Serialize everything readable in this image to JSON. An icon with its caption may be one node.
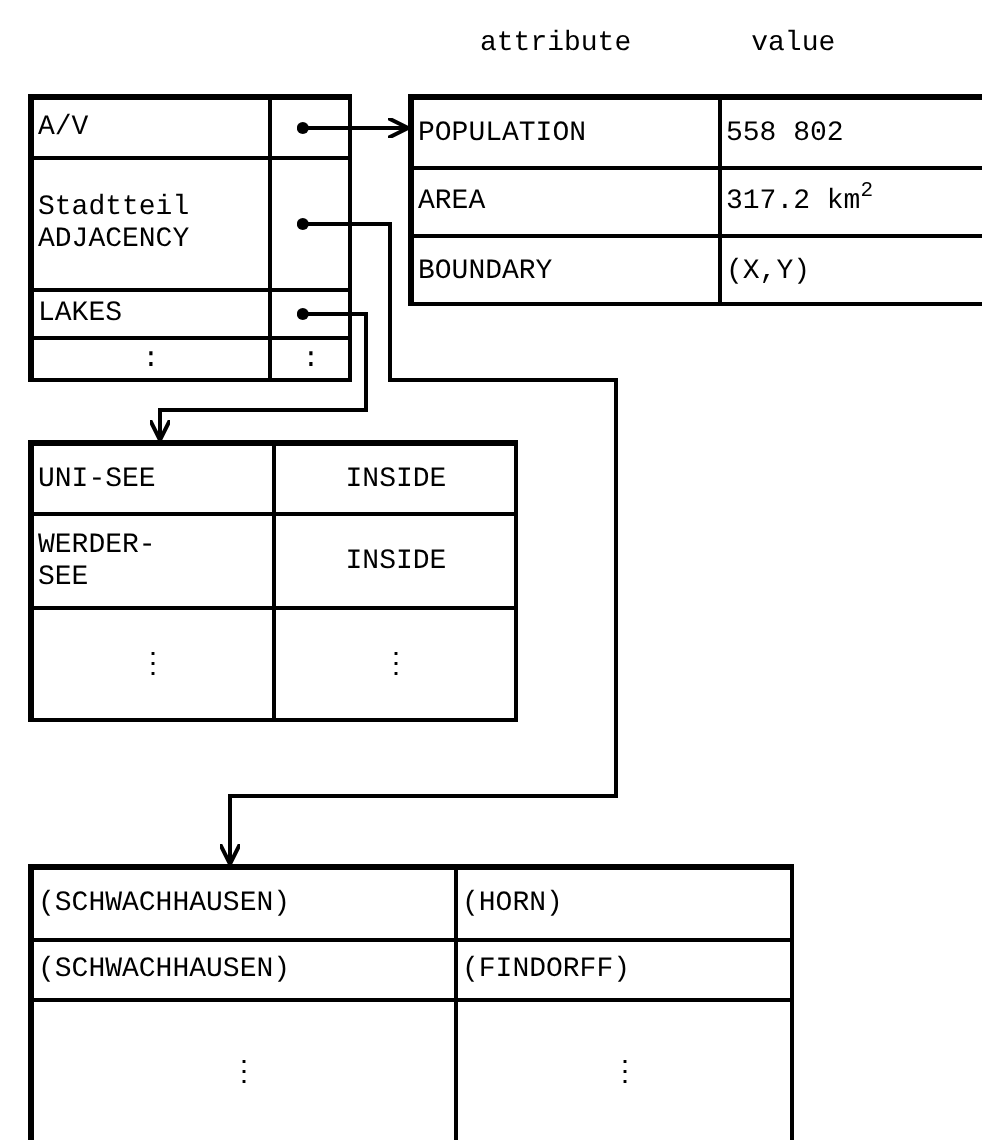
{
  "diagram": {
    "nodes": [
      {
        "text": [],
        "shape": "box"
      },
      {
        "text": [
          "A/V"
        ],
        "in": 0
      },
      {
        "text": [],
        "shape": "box",
        "in": 0
      },
      {
        "text": [
          "Stadtteil ADJACENCY"
        ],
        "in": 0
      },
      {
        "text": [],
        "shape": "box",
        "in": 0
      },
      {
        "text": [
          "LAKES"
        ],
        "in": 0
      },
      {
        "text": [],
        "shape": "box",
        "in": 0
      },
      {
        "text": [
          ":"
        ],
        "in": 0
      },
      {
        "text": [
          ":"
        ],
        "in": 0
      },
      {
        "text": [],
        "shape": "box"
      },
      {
        "text": [
          "POPULATION"
        ],
        "in": 9
      },
      {
        "text": [
          "558 802"
        ],
        "in": 9
      },
      {
        "text": [
          "AREA"
        ],
        "in": 9
      },
      {
        "text": [
          "317.2 km$^{2}$"
        ],
        "in": 9
      },
      {
        "text": [
          "BOUNDARY"
        ],
        "in": 9
      },
      {
        "text": [
          "(X,Y)"
        ],
        "in": 9
      },
      {
        "text": [],
        "shape": "box"
      },
      {
        "text": [
          "UNI-SEE"
        ],
        "in": 16
      },
      {
        "text": [
          "INSIDE"
        ],
        "in": 16
      },
      {
        "text": [
          "WERDER- SEE"
        ],
        "in": 16
      },
      {
        "text": [
          "INSIDE"
        ],
        "in": 16
      },
      {
        "text": [
          "⋮"
        ],
        "in": 16
      },
      {
        "text": [
          "⋮"
        ],
        "in": 16
      },
      {
        "text": [],
        "shape": "box"
      },
      {
        "text": [
          "(SCHWACHHAUSEN)"
        ],
        "in": 23
      },
      {
        "text": [
          "(HORN)"
        ],
        "in": 23
      },
      {
        "text": [
          "(SCHWACHHAUSEN)"
        ],
        "in": 23
      },
      {
        "text": [
          "(FINDORFF)"
        ],
        "in": 23
      },
      {
        "text": [
          "⋮"
        ],
        "in": 23
      },
      {
        "text": [
          "⋮"
        ],
        "in": 23
      }
    ],
    "edges": [
      {
        "from": 2,
        "to": 9,
        "arrow": "to"
      },
      {
        "from": 6,
        "to": 16,
        "arrow": "to"
      },
      {
        "from": 4,
        "to": 23,
        "arrow": "to"
      }
    ],
    "labels": [
      "attribute",
      "value"
    ]
  }
}
